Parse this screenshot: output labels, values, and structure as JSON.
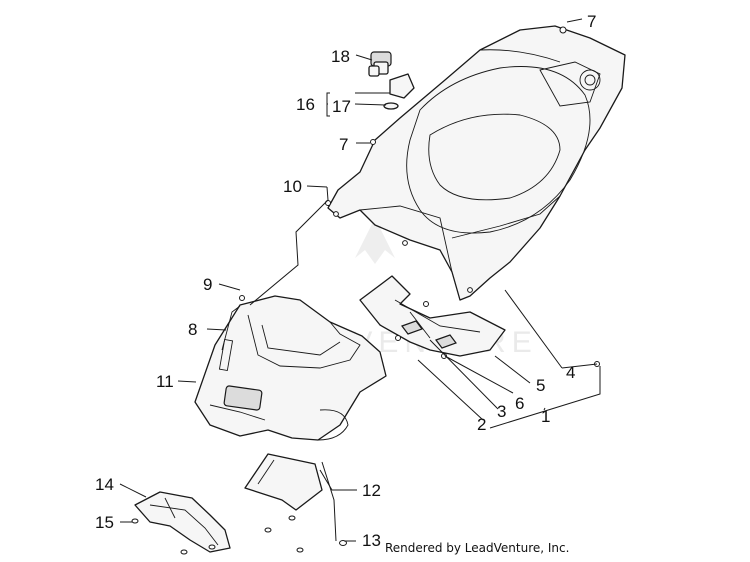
{
  "callouts": {
    "c1": "1",
    "c2": "2",
    "c3": "3",
    "c4": "4",
    "c5": "5",
    "c6": "6",
    "c7a": "7",
    "c7b": "7",
    "c8": "8",
    "c9": "9",
    "c10": "10",
    "c11": "11",
    "c12": "12",
    "c13": "13",
    "c14": "14",
    "c15": "15",
    "c16": "16",
    "c17": "17",
    "c18": "18"
  },
  "watermark_text": "LEADVENTURE",
  "credit": "Rendered by LeadVenture, Inc."
}
